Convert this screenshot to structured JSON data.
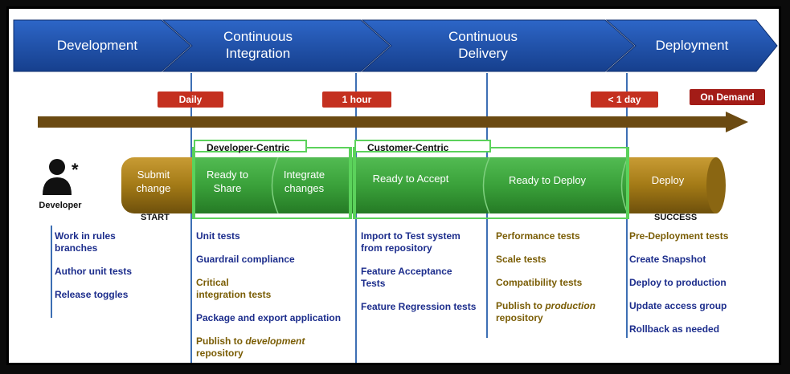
{
  "phases": [
    {
      "label": "Development"
    },
    {
      "label": "Continuous\nIntegration"
    },
    {
      "label": "Continuous\nDelivery"
    },
    {
      "label": "Deployment"
    }
  ],
  "timing_badges": [
    {
      "label": "Daily"
    },
    {
      "label": "1 hour"
    },
    {
      "label": "< 1 day"
    },
    {
      "label": "On Demand"
    }
  ],
  "developer": {
    "label": "Developer",
    "icon": "developer-person-icon"
  },
  "pipeline": {
    "start_label": "START",
    "success_label": "SUCCESS",
    "stages": [
      {
        "label": "Submit\nchange"
      },
      {
        "label": "Ready to\nShare"
      },
      {
        "label": "Integrate\nchanges"
      },
      {
        "label": "Ready to Accept"
      },
      {
        "label": "Ready to Deploy"
      },
      {
        "label": "Deploy"
      }
    ],
    "groups": [
      {
        "label": "Developer-Centric"
      },
      {
        "label": "Customer-Centric"
      }
    ]
  },
  "columns": {
    "development": [
      {
        "text": "Work in rules\nbranches",
        "color": "blue"
      },
      {
        "text": "Author unit tests",
        "color": "blue"
      },
      {
        "text": "Release toggles",
        "color": "blue"
      }
    ],
    "integration": [
      {
        "text": "Unit tests",
        "color": "blue"
      },
      {
        "text": "Guardrail compliance",
        "color": "blue"
      },
      {
        "text": "Critical\nintegration tests",
        "color": "gold"
      },
      {
        "text": "Package and export application",
        "color": "blue"
      },
      {
        "text": "Publish to development\nrepository",
        "color": "gold",
        "italic_word": "development"
      }
    ],
    "acceptance": [
      {
        "text": "Import to Test system\nfrom repository",
        "color": "blue"
      },
      {
        "text": "Feature Acceptance\nTests",
        "color": "blue"
      },
      {
        "text": "Feature Regression tests",
        "color": "blue"
      }
    ],
    "delivery": [
      {
        "text": "Performance tests",
        "color": "gold"
      },
      {
        "text": "Scale tests",
        "color": "gold"
      },
      {
        "text": "Compatibility tests",
        "color": "gold"
      },
      {
        "text": "Publish to production\nrepository",
        "color": "gold",
        "italic_word": "production"
      }
    ],
    "deployment": [
      {
        "text": "Pre-Deployment tests",
        "color": "gold"
      },
      {
        "text": "Create Snapshot",
        "color": "blue"
      },
      {
        "text": "Deploy to production",
        "color": "blue"
      },
      {
        "text": "Update access group",
        "color": "blue"
      },
      {
        "text": "Rollback as needed",
        "color": "blue"
      }
    ]
  },
  "colors": {
    "phase_blue": "#1f4fa8",
    "badge_red": "#b3261e",
    "timeline_brown": "#6b4a12",
    "tube_gold": "#a37a16",
    "tube_green": "#3aa13a",
    "group_border": "#5bd25b",
    "text_blue": "#1c2d8c",
    "text_gold": "#7a5d05",
    "divider_blue": "#3d6fb4"
  }
}
